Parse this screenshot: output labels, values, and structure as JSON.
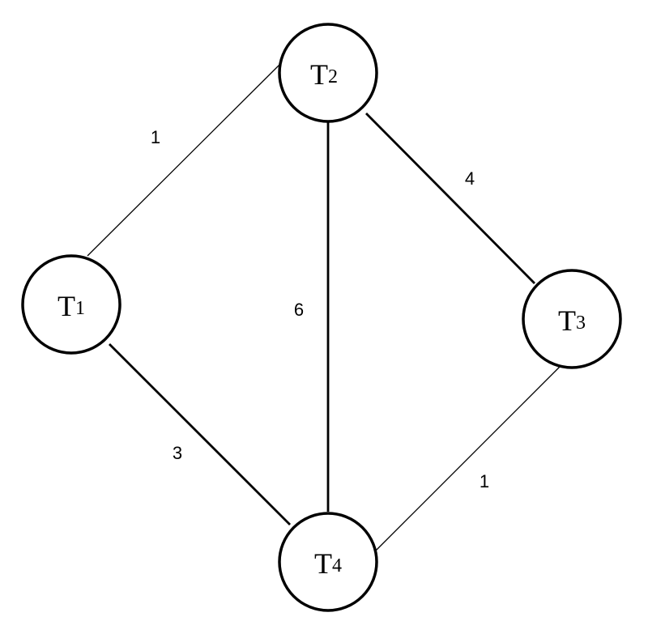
{
  "nodes": [
    {
      "id": "T2",
      "letter": "T",
      "sub": "2"
    },
    {
      "id": "T1",
      "letter": "T",
      "sub": "1"
    },
    {
      "id": "T3",
      "letter": "T",
      "sub": "3"
    },
    {
      "id": "T4",
      "letter": "T",
      "sub": "4"
    }
  ],
  "edges": [
    {
      "from": "T1",
      "to": "T2",
      "weight": "1"
    },
    {
      "from": "T2",
      "to": "T3",
      "weight": "4"
    },
    {
      "from": "T2",
      "to": "T4",
      "weight": "6"
    },
    {
      "from": "T1",
      "to": "T4",
      "weight": "3"
    },
    {
      "from": "T3",
      "to": "T4",
      "weight": "1"
    }
  ]
}
